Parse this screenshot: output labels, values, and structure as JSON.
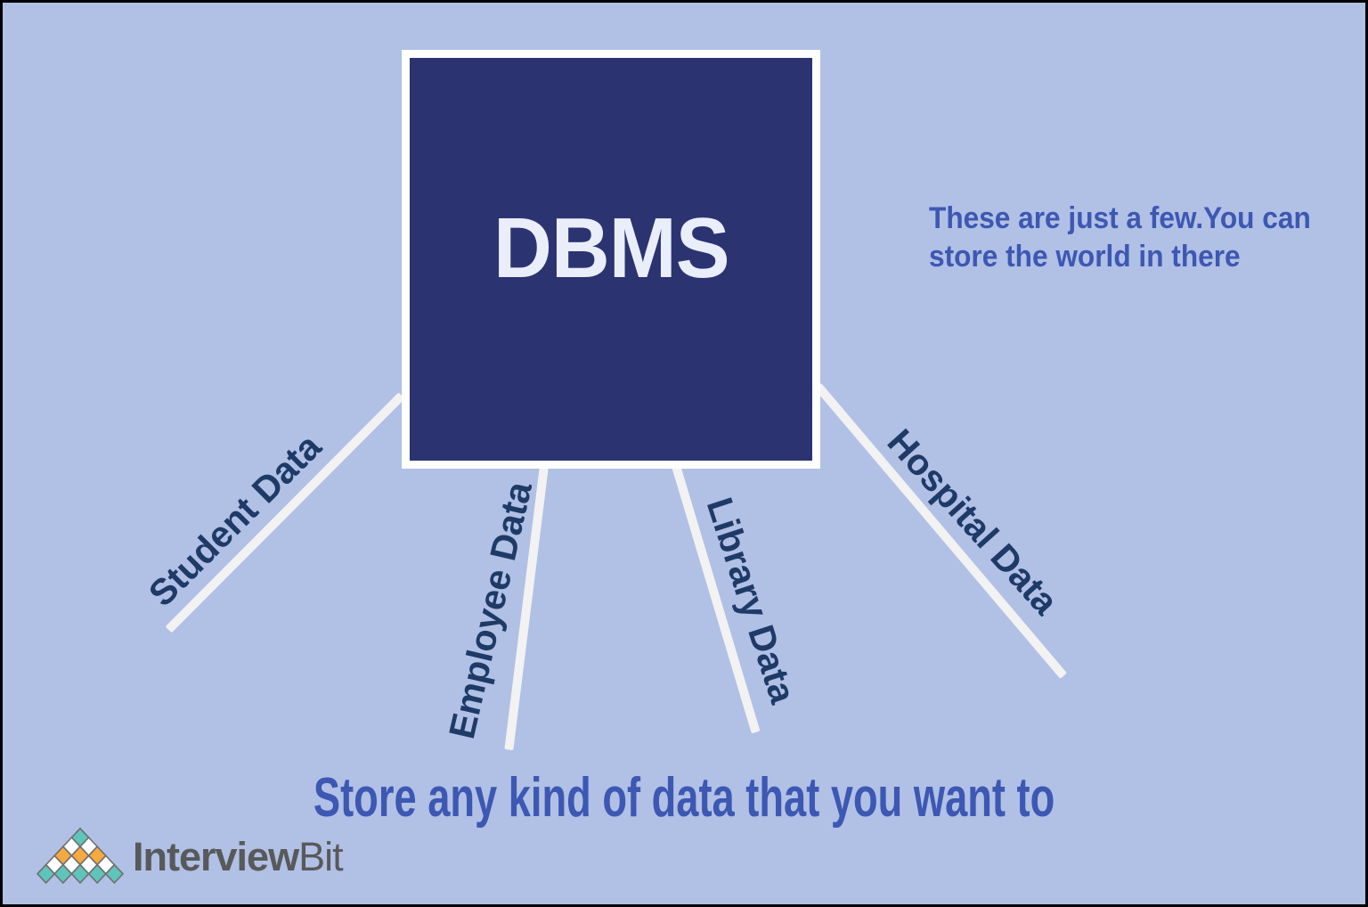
{
  "diagram": {
    "center_box": {
      "title": "DBMS"
    },
    "branches": [
      {
        "label": "Student Data"
      },
      {
        "label": "Employee Data"
      },
      {
        "label": "Library Data"
      },
      {
        "label": "Hospital Data"
      }
    ],
    "note": {
      "line1": "These are just a few.You can",
      "line2": "store the world in there"
    },
    "caption": "Store any kind of data that you want to"
  },
  "logo": {
    "brand_primary": "Interview",
    "brand_secondary": "Bit",
    "pyramid_rows": [
      [
        "teal"
      ],
      [
        "white",
        "white"
      ],
      [
        "orange",
        "orange",
        "orange"
      ],
      [
        "white",
        "white",
        "white",
        "white"
      ],
      [
        "teal",
        "teal",
        "teal",
        "teal",
        "teal"
      ]
    ],
    "tile_colors": {
      "teal": "#5fc4ba",
      "orange": "#f6a93f",
      "white": "#ffffff"
    },
    "tile_border": "#6f6f6f"
  },
  "colors": {
    "bg": "#b1c0e5",
    "navy": "#2b3371",
    "dbms_text": "#e9eefa",
    "box_border": "#ffffff",
    "line": "#f2f2f3",
    "label_navy": "#1e3a66",
    "blue_text": "#3d58b2",
    "logo_gray": "#58595b",
    "frame": "#000000"
  }
}
